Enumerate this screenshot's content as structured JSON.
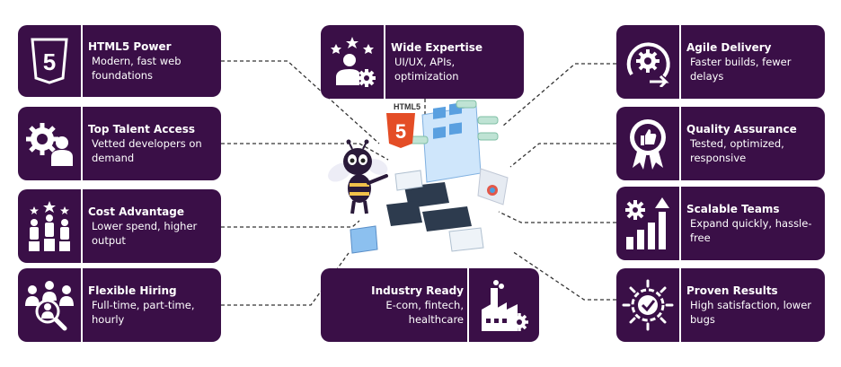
{
  "cards": {
    "html5_power": {
      "title": "HTML5 Power",
      "desc": "Modern, fast web foundations",
      "icon": "html5-shield-icon"
    },
    "top_talent": {
      "title": "Top Talent Access",
      "desc": "Vetted developers on demand",
      "icon": "gear-person-icon"
    },
    "cost_advantage": {
      "title": "Cost Advantage",
      "desc": "Lower spend, higher output",
      "icon": "team-podium-icon"
    },
    "flexible_hiring": {
      "title": "Flexible Hiring",
      "desc": "Full-time, part-time, hourly",
      "icon": "people-magnifier-icon"
    },
    "wide_expertise": {
      "title": "Wide Expertise",
      "desc": "UI/UX, APIs, optimization",
      "icon": "person-stars-gear-icon"
    },
    "industry_ready": {
      "title": "Industry Ready",
      "desc": "E-com, fintech, healthcare",
      "icon": "factory-gear-icon"
    },
    "agile_delivery": {
      "title": "Agile Delivery",
      "desc": "Faster builds, fewer delays",
      "icon": "gear-cycle-arrow-icon"
    },
    "quality_assurance": {
      "title": "Quality Assurance",
      "desc": "Tested, optimized, responsive",
      "icon": "thumbs-up-badge-icon"
    },
    "scalable_teams": {
      "title": "Scalable Teams",
      "desc": "Expand quickly, hassle-free",
      "icon": "growth-bars-gear-icon"
    },
    "proven_results": {
      "title": "Proven Results",
      "desc": "High satisfaction, lower bugs",
      "icon": "checkmark-badge-icon"
    }
  },
  "illustration": {
    "badge_text": "HTML5",
    "badge_number": "5",
    "mascot": "bee-mascot-icon"
  },
  "colors": {
    "card": "#3a0f47",
    "connector": "#333333",
    "html5": "#e44d26"
  }
}
